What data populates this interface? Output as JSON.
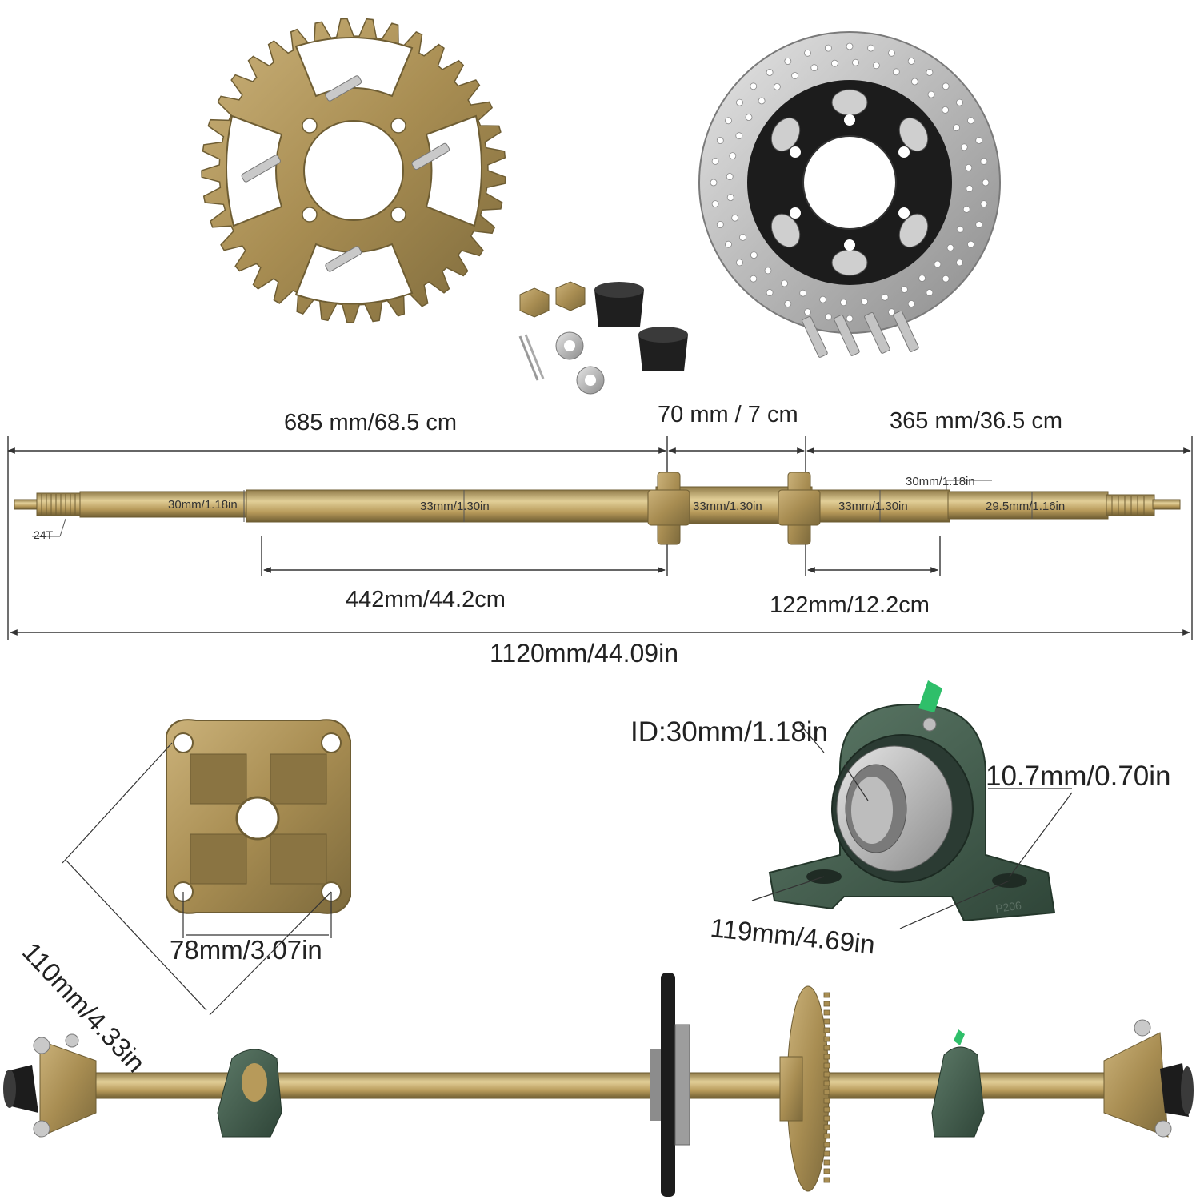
{
  "dimensions": {
    "left_section": "685 mm/68.5 cm",
    "middle_section": "70 mm / 7 cm",
    "right_section": "365 mm/36.5 cm",
    "left_lower": "442mm/44.2cm",
    "right_lower": "122mm/12.2cm",
    "overall_length": "1120mm/44.09in"
  },
  "shaft_labels": {
    "left_end": "30mm/1.18in",
    "left_main": "33mm/1.30in",
    "center": "33mm/1.30in",
    "right_a": "33mm/1.30in",
    "right_b": "29.5mm/1.16in",
    "right_top": "30mm/1.18in",
    "spline": "24T"
  },
  "hub": {
    "diagonal": "110mm/4.33in",
    "bolt_spacing": "78mm/3.07in"
  },
  "bearing": {
    "inner_diameter": "ID:30mm/1.18in",
    "hole": "10.7mm/0.70in",
    "length": "119mm/4.69in",
    "casting_mark": "P206"
  },
  "colors": {
    "gold": "#b79a5a",
    "gold_dark": "#7d6a3c",
    "steel": "#b8b8b8",
    "black": "#1c1c1c",
    "green": "#3f5a4a",
    "tag_green": "#2fbf6a"
  },
  "icons": [
    "sprocket-icon",
    "brake-disc-icon",
    "hardware-icon",
    "hub-icon",
    "pillow-bearing-icon",
    "axle-assembly-icon"
  ]
}
